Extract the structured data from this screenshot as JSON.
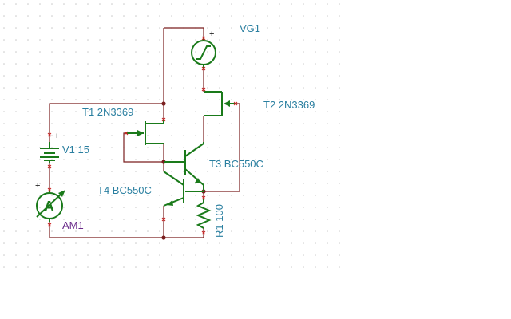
{
  "components": {
    "vg1": {
      "name": "VG1",
      "polarity": "+"
    },
    "t1": {
      "name": "T1 2N3369"
    },
    "t2": {
      "name": "T2 2N3369"
    },
    "t3": {
      "name": "T3 BC550C"
    },
    "t4": {
      "name": "T4 BC550C"
    },
    "v1": {
      "name": "V1 15",
      "polarity": "+"
    },
    "am1": {
      "name": "AM1",
      "symbol": "A",
      "polarity": "+"
    },
    "r1": {
      "name": "R1 100"
    }
  },
  "colors": {
    "wire": "#7a1f1f",
    "component": "#1a7a1a",
    "label": "#2a7fa0",
    "meter_label": "#6a2a8a",
    "pin": "#cc2222"
  }
}
